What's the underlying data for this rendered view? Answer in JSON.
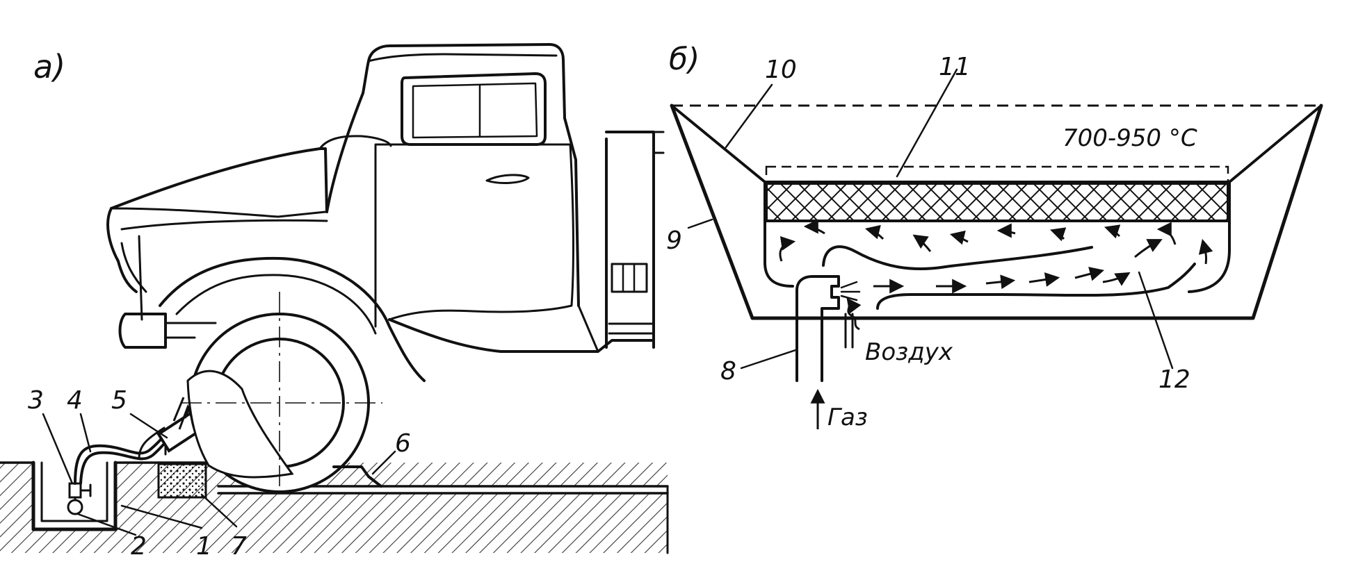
{
  "panel_a": {
    "label": "а)",
    "callouts": [
      "1",
      "2",
      "3",
      "4",
      "5",
      "6",
      "7"
    ]
  },
  "panel_b": {
    "label": "б)",
    "callouts": [
      "8",
      "9",
      "10",
      "11",
      "12"
    ],
    "temperature": "700-950 °C",
    "air_label": "Воздух",
    "gas_label": "Газ"
  }
}
